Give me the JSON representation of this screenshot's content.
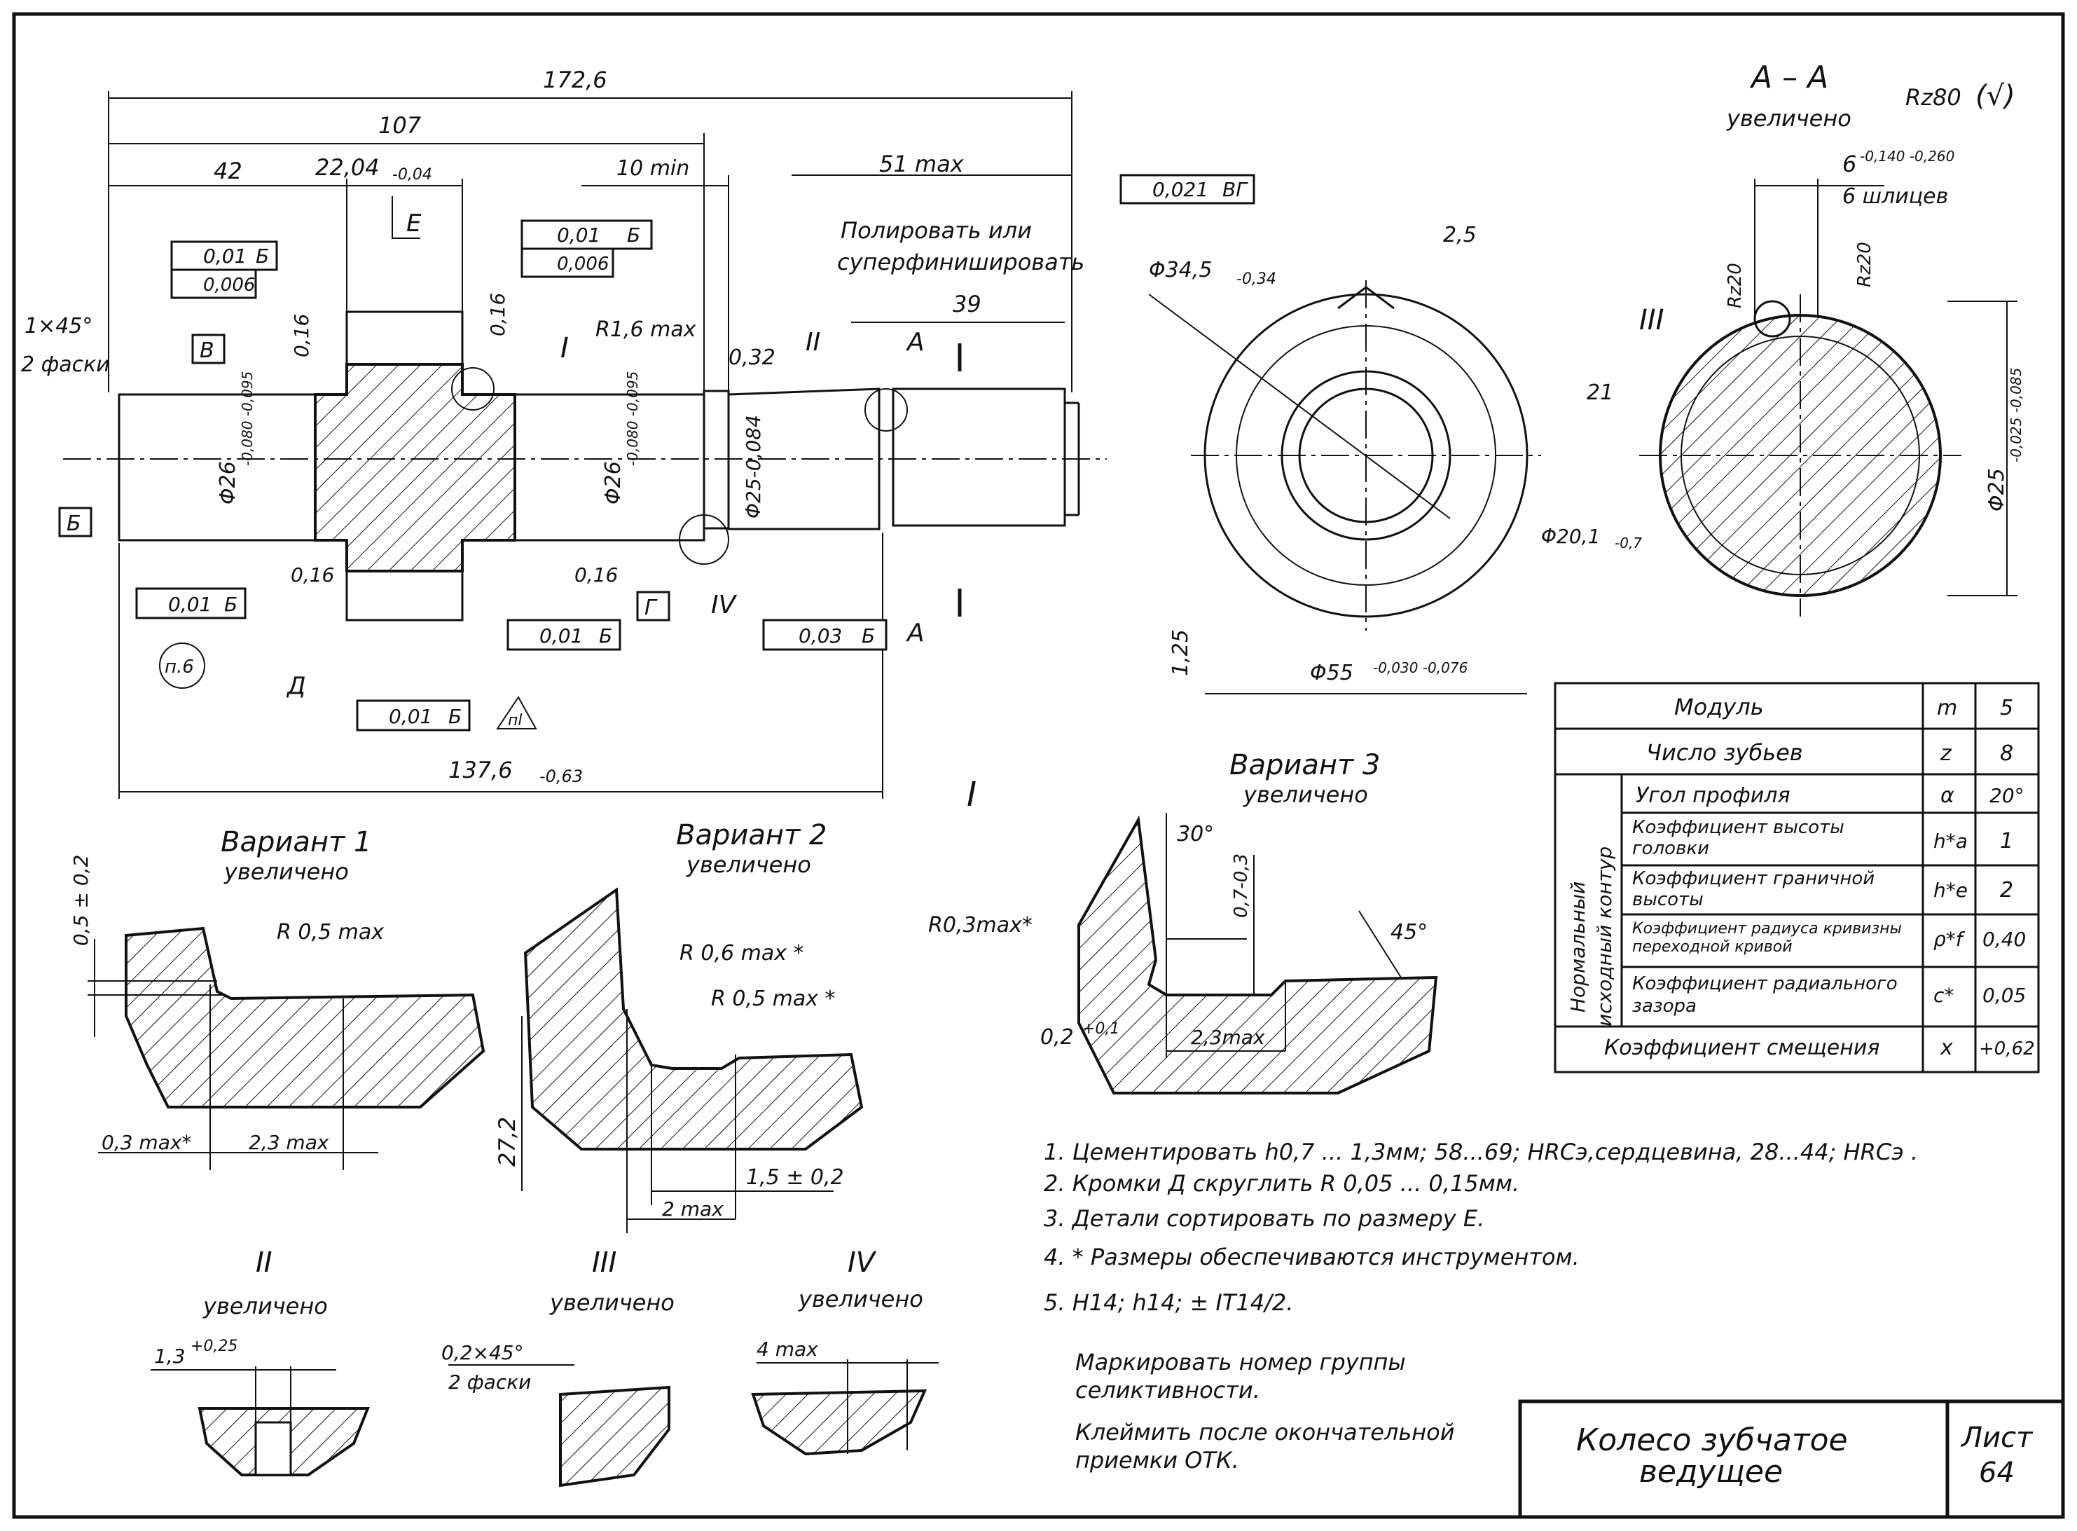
{
  "dimensions": {
    "d172": "172,6",
    "d107": "107",
    "d42": "42",
    "d22": "22,04",
    "d22_tol": "-0,04",
    "d10": "10 min",
    "d51": "51 max",
    "d39": "39",
    "d137": "137,6",
    "d137_tol": "-0,63",
    "chamfer": "1×45°",
    "chamfer2": "2 фаски",
    "rough016": "0,16",
    "rough032": "0,32",
    "r16": "R1,6 max",
    "phi26": "Φ26",
    "phi26_tol": "-0,080 -0,095",
    "phi25": "Φ25-0,084",
    "polish1": "Полировать или",
    "polish2": "суперфинишировать"
  },
  "labels": {
    "E": "Е",
    "B": "В",
    "Bb": "Б",
    "G": "Г",
    "D": "Д",
    "p6": "п.6",
    "pi": "пl",
    "I": "I",
    "II": "II",
    "III": "III",
    "IV": "IV",
    "A": "А"
  },
  "frames": {
    "f1a": "0,01",
    "f1b": "Б",
    "f2": "0,006",
    "f3a": "0,01",
    "f3b": "Б",
    "f4": "0,006",
    "f5a": "0,01",
    "f5b": "Б",
    "f6a": "0,01",
    "f6b": "Б",
    "f7a": "0,01",
    "f7b": "Б",
    "f8a": "0,03",
    "f8b": "Б",
    "f9a": "0,021",
    "f9b": "ВГ"
  },
  "endview": {
    "phi34": "Φ34,5",
    "phi34_tol": "-0,34",
    "r25": "2,5",
    "r125": "1,25",
    "phi55": "Φ55",
    "phi55_tol": "-0,030 -0,076"
  },
  "section": {
    "title": "А – А",
    "sub": "увеличено",
    "rz80": "Rz80",
    "check": "(√)",
    "spl1": "6",
    "spl1_tol": "-0,140 -0,260",
    "spl2": "6 шлицев",
    "rz20a": "Rz20",
    "rz20b": "Rz20",
    "iii": "III",
    "r21": "21",
    "phi20": "Φ20,1",
    "phi20_tol": "-0,7",
    "phi25": "Φ25",
    "phi25_tol": "-0,025 -0,085"
  },
  "variants": {
    "v1": "Вариант 1",
    "v1s": "увеличено",
    "v1_r": "R 0,5 max",
    "v1_h": "0,5 ± 0,2",
    "v1_a": "0,3 max*",
    "v1_b": "2,3 max",
    "v2": "Вариант 2",
    "v2s": "увеличено",
    "v2_r1": "R 0,6 max *",
    "v2_r2": "R 0,5 max *",
    "v2_h": "27,2",
    "v2_a": "1,5 ± 0,2",
    "v2_b": "2 max",
    "v3": "Вариант 3",
    "v3s": "увеличено",
    "v3_ang": "30°",
    "v3_h": "0,7-0,3",
    "v3_r": "R0,3max*",
    "v3_45": "45°",
    "v3_a": "0,2",
    "v3_a_tol": "+0,1",
    "v3_b": "2,3max",
    "detail_I": "I"
  },
  "details": {
    "ii": "II",
    "ii_sub": "увеличено",
    "ii_dim": "1,3",
    "ii_tol": "+0,25",
    "iii": "III",
    "iii_sub": "увеличено",
    "iii_dim1": "0,2×45°",
    "iii_dim2": "2 фаски",
    "iv": "IV",
    "iv_sub": "увеличено",
    "iv_dim": "4 max"
  },
  "table": {
    "rows": [
      {
        "name": "Модуль",
        "sym": "m",
        "val": "5"
      },
      {
        "name": "Число зубьев",
        "sym": "z",
        "val": "8"
      },
      {
        "name": "Угол профиля",
        "sym": "α",
        "val": "20°"
      },
      {
        "name": "Коэффициент высоты головки",
        "sym": "h*a",
        "val": "1"
      },
      {
        "name": "Коэффициент граничной высоты",
        "sym": "h*e",
        "val": "2"
      },
      {
        "name": "Коэффициент радиуса кривизны переходной кривой",
        "sym": "ρ*f",
        "val": "0,40"
      },
      {
        "name": "Коэффициент радиального зазора",
        "sym": "c*",
        "val": "0,05"
      },
      {
        "name": "Коэффициент смещения",
        "sym": "x",
        "val": "+0,62"
      }
    ],
    "side1": "Нормальный",
    "side2": "исходный контур"
  },
  "notes": [
    "1. Цементировать h0,7 ... 1,3мм; 58...69; HRCэ,сердцевина, 28...44; HRCэ .",
    "2. Кромки Д скруглить R 0,05 ... 0,15мм.",
    "3. Детали сортировать по размеру Е.",
    "4. * Размеры обеспечиваются инструментом.",
    "5. H14; h14; ± IT14/2.",
    "Маркировать номер группы",
    "селиктивности.",
    "Клеймить после окончательной",
    "приемки ОТК."
  ],
  "titleblock": {
    "name1": "Колесо зубчатое",
    "name2": "ведущее",
    "sheet": "Лист",
    "num": "64"
  }
}
